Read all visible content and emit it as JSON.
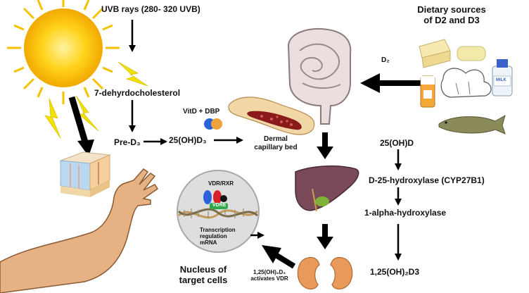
{
  "labels": {
    "uvb": "UVB rays (280- 320 UVB)",
    "dehydro": "7-dehyrdocholesterol",
    "pre_d3": "Pre-D₃",
    "oh_d3": "25(OH)D₃",
    "vitd_dbp": "VitD + DBP",
    "dermal_1": "Dermal",
    "dermal_2": "capillary bed",
    "dietary_1": "Dietary sources",
    "dietary_2": "of D2 and D3",
    "d2": "D₂",
    "oh_d": "25(OH)D",
    "d25": "D-25-hydroxylase (CYP27B1)",
    "alpha": "1-alpha-hydroxylase",
    "final": "1,25(OH)₂D3",
    "vdr_rxr": "VDR/RXR",
    "vdre": "VDRE",
    "transcription_1": "Transcription",
    "transcription_2": "regulation",
    "transcription_3": "mRNA",
    "nucleus_1": "Nucleus of",
    "nucleus_2": "target cells",
    "activates_1": "1,25(OH)₂D₃",
    "activates_2": "activates VDR",
    "milk_label": "MILK"
  },
  "colors": {
    "sun": "#f6c200",
    "sun_glow": "#ffe94a",
    "lightning": "#f2e100",
    "arrow": "#000000",
    "liver": "#7a4a5a",
    "kidney": "#e89a5a",
    "intestine": "#e8d8d8",
    "skin": "#e7b283",
    "vitd_blue": "#2a63d8",
    "vitd_orange": "#f0a23a"
  }
}
